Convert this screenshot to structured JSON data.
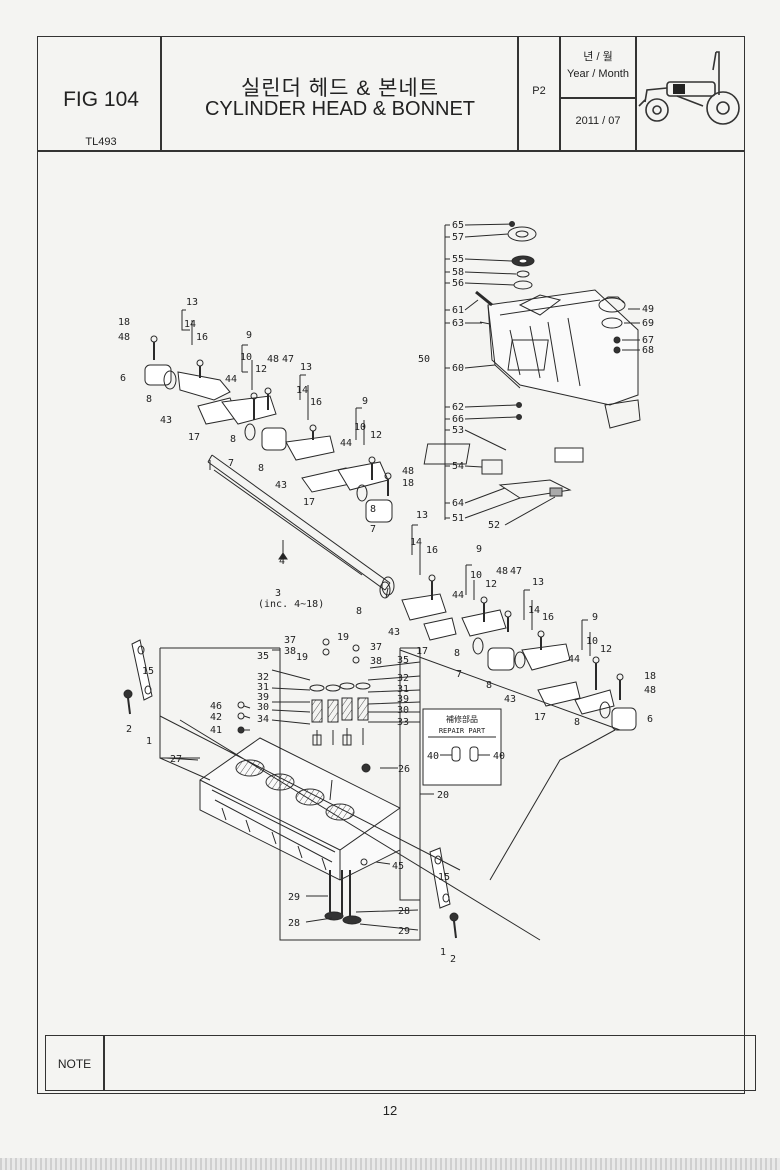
{
  "header": {
    "fig_label": "FIG 104",
    "model": "TL493",
    "title_korean": "실린더 헤드 & 본네트",
    "title_english": "CYLINDER HEAD & BONNET",
    "page_code": "P2",
    "year_month_korean": "년 / 월",
    "year_month_english": "Year / Month",
    "date": "2011 / 07",
    "logo_icon": "tractor-icon"
  },
  "diagram": {
    "callouts": [
      {
        "id": "c65",
        "text": "65"
      },
      {
        "id": "c57",
        "text": "57"
      },
      {
        "id": "c55",
        "text": "55"
      },
      {
        "id": "c58",
        "text": "58"
      },
      {
        "id": "c56",
        "text": "56"
      },
      {
        "id": "c61",
        "text": "61"
      },
      {
        "id": "c63",
        "text": "63"
      },
      {
        "id": "c50",
        "text": "50"
      },
      {
        "id": "c60",
        "text": "60"
      },
      {
        "id": "c62",
        "text": "62"
      },
      {
        "id": "c66",
        "text": "66"
      },
      {
        "id": "c53",
        "text": "53"
      },
      {
        "id": "c54",
        "text": "54"
      },
      {
        "id": "c64",
        "text": "64"
      },
      {
        "id": "c51",
        "text": "51"
      },
      {
        "id": "c52",
        "text": "52"
      },
      {
        "id": "c49",
        "text": "49"
      },
      {
        "id": "c69",
        "text": "69"
      },
      {
        "id": "c67",
        "text": "67"
      },
      {
        "id": "c68",
        "text": "68"
      },
      {
        "id": "c13a",
        "text": "13"
      },
      {
        "id": "c18a",
        "text": "18"
      },
      {
        "id": "c48a",
        "text": "48"
      },
      {
        "id": "c14a",
        "text": "14"
      },
      {
        "id": "c16a",
        "text": "16"
      },
      {
        "id": "c6a",
        "text": "6"
      },
      {
        "id": "c8a",
        "text": "8"
      },
      {
        "id": "c44a",
        "text": "44"
      },
      {
        "id": "c43a",
        "text": "43"
      },
      {
        "id": "c17a",
        "text": "17"
      },
      {
        "id": "c9a",
        "text": "9"
      },
      {
        "id": "c10a",
        "text": "10"
      },
      {
        "id": "c48b",
        "text": "48"
      },
      {
        "id": "c47a",
        "text": "47"
      },
      {
        "id": "c12a",
        "text": "12"
      },
      {
        "id": "c8b",
        "text": "8"
      },
      {
        "id": "c7a",
        "text": "7"
      },
      {
        "id": "c8c",
        "text": "8"
      },
      {
        "id": "c13b",
        "text": "13"
      },
      {
        "id": "c14b",
        "text": "14"
      },
      {
        "id": "c16b",
        "text": "16"
      },
      {
        "id": "c44b",
        "text": "44"
      },
      {
        "id": "c43b",
        "text": "43"
      },
      {
        "id": "c17b",
        "text": "17"
      },
      {
        "id": "c9b",
        "text": "9"
      },
      {
        "id": "c10b",
        "text": "10"
      },
      {
        "id": "c12b",
        "text": "12"
      },
      {
        "id": "c48c",
        "text": "48"
      },
      {
        "id": "c18b",
        "text": "18"
      },
      {
        "id": "c8d",
        "text": "8"
      },
      {
        "id": "c7b",
        "text": "7"
      },
      {
        "id": "c4",
        "text": "4"
      },
      {
        "id": "c3",
        "text": "3"
      },
      {
        "id": "c3inc",
        "text": "(inc. 4~18)"
      },
      {
        "id": "c8e",
        "text": "8"
      },
      {
        "id": "c13c",
        "text": "13"
      },
      {
        "id": "c14c",
        "text": "14"
      },
      {
        "id": "c16c",
        "text": "16"
      },
      {
        "id": "c9c",
        "text": "9"
      },
      {
        "id": "c10c",
        "text": "10"
      },
      {
        "id": "c12c",
        "text": "12"
      },
      {
        "id": "c48d",
        "text": "48"
      },
      {
        "id": "c47b",
        "text": "47"
      },
      {
        "id": "c44c",
        "text": "44"
      },
      {
        "id": "c43c",
        "text": "43"
      },
      {
        "id": "c17c",
        "text": "17"
      },
      {
        "id": "c8f",
        "text": "8"
      },
      {
        "id": "c7c",
        "text": "7"
      },
      {
        "id": "c8g",
        "text": "8"
      },
      {
        "id": "c13d",
        "text": "13"
      },
      {
        "id": "c14d",
        "text": "14"
      },
      {
        "id": "c16d",
        "text": "16"
      },
      {
        "id": "c9d",
        "text": "9"
      },
      {
        "id": "c10d",
        "text": "10"
      },
      {
        "id": "c12d",
        "text": "12"
      },
      {
        "id": "c44d",
        "text": "44"
      },
      {
        "id": "c18c",
        "text": "18"
      },
      {
        "id": "c48e",
        "text": "48"
      },
      {
        "id": "c43d",
        "text": "43"
      },
      {
        "id": "c17d",
        "text": "17"
      },
      {
        "id": "c8h",
        "text": "8"
      },
      {
        "id": "c6b",
        "text": "6"
      },
      {
        "id": "c37a",
        "text": "37"
      },
      {
        "id": "c38a",
        "text": "38"
      },
      {
        "id": "c19a",
        "text": "19"
      },
      {
        "id": "c35a",
        "text": "35"
      },
      {
        "id": "c19b",
        "text": "19"
      },
      {
        "id": "c37b",
        "text": "37"
      },
      {
        "id": "c38b",
        "text": "38"
      },
      {
        "id": "c35b",
        "text": "35"
      },
      {
        "id": "c32a",
        "text": "32"
      },
      {
        "id": "c31a",
        "text": "31"
      },
      {
        "id": "c39a",
        "text": "39"
      },
      {
        "id": "c30a",
        "text": "30"
      },
      {
        "id": "c34",
        "text": "34"
      },
      {
        "id": "c32b",
        "text": "32"
      },
      {
        "id": "c31b",
        "text": "31"
      },
      {
        "id": "c39b",
        "text": "39"
      },
      {
        "id": "c30b",
        "text": "30"
      },
      {
        "id": "c33",
        "text": "33"
      },
      {
        "id": "c46",
        "text": "46"
      },
      {
        "id": "c42",
        "text": "42"
      },
      {
        "id": "c41",
        "text": "41"
      },
      {
        "id": "c27",
        "text": "27"
      },
      {
        "id": "c26",
        "text": "26"
      },
      {
        "id": "c20",
        "text": "20"
      },
      {
        "id": "c45",
        "text": "45"
      },
      {
        "id": "c15a",
        "text": "15"
      },
      {
        "id": "c2a",
        "text": "2"
      },
      {
        "id": "c1a",
        "text": "1"
      },
      {
        "id": "c15b",
        "text": "15"
      },
      {
        "id": "c1b",
        "text": "1"
      },
      {
        "id": "c2b",
        "text": "2"
      },
      {
        "id": "c29a",
        "text": "29"
      },
      {
        "id": "c28a",
        "text": "28"
      },
      {
        "id": "c28b",
        "text": "28"
      },
      {
        "id": "c29b",
        "text": "29"
      },
      {
        "id": "c40a",
        "text": "40"
      },
      {
        "id": "c40b",
        "text": "40"
      }
    ],
    "repair_part_korean": "補修部品",
    "repair_part_english": "REPAIR PART"
  },
  "note": {
    "label": "NOTE"
  },
  "footer": {
    "page_number": "12"
  }
}
